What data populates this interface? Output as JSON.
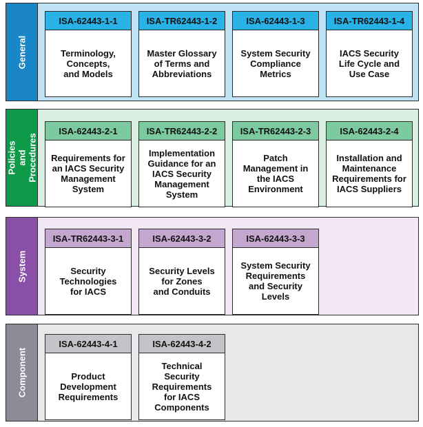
{
  "colors": {
    "general_label": "#1a86c7",
    "general_band": "#bfe2f5",
    "general_header": "#29b2e6",
    "policies_label": "#0f9a4a",
    "policies_band": "#d9efe1",
    "policies_header": "#7dcaa0",
    "system_label": "#8a4fa6",
    "system_band": "#f1e8f4",
    "system_header": "#c3a7cf",
    "component_label": "#8c8c96",
    "component_band": "#e8e8ea",
    "component_header": "#c4c4c8"
  },
  "bands": {
    "general": {
      "label": "General",
      "cards": [
        {
          "id": "ISA-62443-1-1",
          "title": "Terminology,\nConcepts,\nand Models"
        },
        {
          "id": "ISA-TR62443-1-2",
          "title": "Master Glossary\nof Terms and\nAbbreviations"
        },
        {
          "id": "ISA-62443-1-3",
          "title": "System Security\nCompliance\nMetrics"
        },
        {
          "id": "ISA-TR62443-1-4",
          "title": "IACS Security\nLife Cycle and\nUse Case"
        }
      ]
    },
    "policies": {
      "label": "Policies and\nProcedures",
      "cards": [
        {
          "id": "ISA-62443-2-1",
          "title": "Requirements for\nan IACS Security\nManagement\nSystem"
        },
        {
          "id": "ISA-TR62443-2-2",
          "title": "Implementation\nGuidance for an\nIACS Security\nManagement\nSystem"
        },
        {
          "id": "ISA-TR62443-2-3",
          "title": "Patch\nManagement in\nthe IACS\nEnvironment"
        },
        {
          "id": "ISA-62443-2-4",
          "title": "Installation and\nMaintenance\nRequirements for\nIACS Suppliers"
        }
      ]
    },
    "system": {
      "label": "System",
      "cards": [
        {
          "id": "ISA-TR62443-3-1",
          "title": "Security\nTechnologies\nfor IACS"
        },
        {
          "id": "ISA-62443-3-2",
          "title": "Security Levels\nfor Zones\nand Conduits"
        },
        {
          "id": "ISA-62443-3-3",
          "title": "System Security\nRequirements\nand Security\nLevels"
        }
      ]
    },
    "component": {
      "label": "Component",
      "cards": [
        {
          "id": "ISA-62443-4-1",
          "title": "Product\nDevelopment\nRequirements"
        },
        {
          "id": "ISA-62443-4-2",
          "title": "Technical\nSecurity\nRequirements\nfor IACS\nComponents"
        }
      ]
    }
  }
}
